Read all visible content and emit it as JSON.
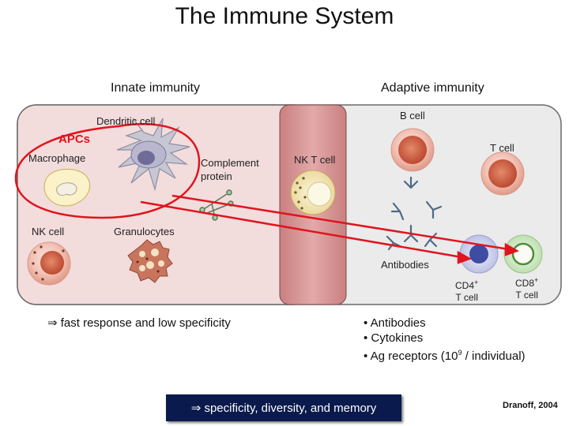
{
  "title": "The Immune System",
  "innate_header": "Innate immunity",
  "adaptive_header": "Adaptive immunity",
  "labels": {
    "b_cell": "B cell",
    "dendritic_cell": "Dendritic cell",
    "apcs": "APCs",
    "macrophage": "Macrophage",
    "complement_protein_1": "Complement",
    "complement_protein_2": "protein",
    "nk_t_cell": "NK T cell",
    "t_cell": "T cell",
    "nk_cell": "NK cell",
    "granulocytes": "Granulocytes",
    "antibodies": "Antibodies",
    "cd4_main": "CD4",
    "cd4_sup": "+",
    "cd4_sub": "T cell",
    "cd8_main": "CD8",
    "cd8_sup": "+",
    "cd8_sub": "T cell"
  },
  "innate_summary": "⇒  fast response and low specificity",
  "adaptive_bullets": {
    "b1": "•  Antibodies",
    "b2": "•  Cytokines",
    "b3_pre": "•  Ag receptors (10",
    "b3_sup": "9",
    "b3_post": " / individual)"
  },
  "adaptive_summary": "⇒  specificity, diversity, and memory",
  "credit": "Dranoff, 2004",
  "colors": {
    "innate_bg": "#f3dcdc",
    "nkt_band": "#dc9a9a",
    "adaptive_bg": "#ebebeb",
    "apc_circle": "#e0141e",
    "arrow": "#e0141e",
    "summary_box": "#0a1a4c"
  }
}
